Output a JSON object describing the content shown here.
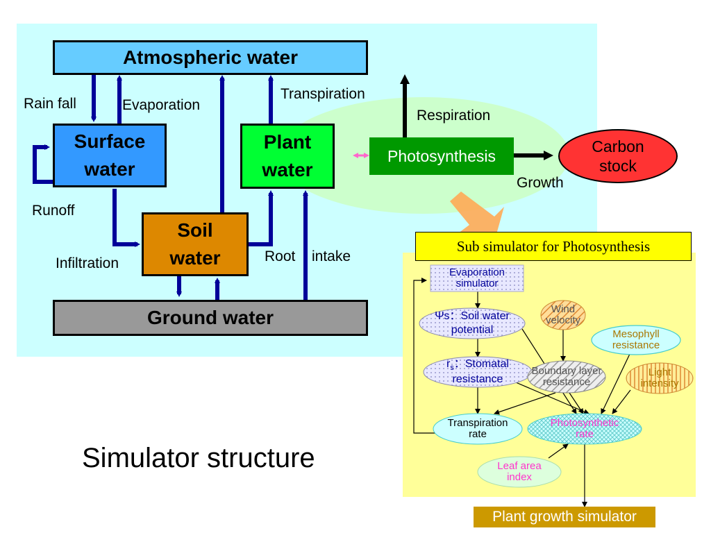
{
  "main": {
    "atmospheric": "Atmospheric water",
    "surface_1": "Surface",
    "surface_2": "water",
    "plant_1": "Plant",
    "plant_2": "water",
    "soil_1": "Soil",
    "soil_2": "water",
    "ground": "Ground water",
    "photosynthesis": "Photosynthesis",
    "carbon_1": "Carbon",
    "carbon_2": "stock"
  },
  "labels": {
    "rain_fall": "Rain fall",
    "evaporation": "Evaporation",
    "transpiration": "Transpiration",
    "respiration": "Respiration",
    "growth": "Growth",
    "runoff": "Runoff",
    "infiltration": "Infiltration",
    "root": "Root",
    "intake": "intake"
  },
  "sub": {
    "title": "Sub simulator for Photosynthesis",
    "evap_1": "Evaporation",
    "evap_2": "simulator",
    "psi_1": "Ψs：Soil water",
    "psi_2": "potential",
    "rs_sym": "r",
    "rs_sub": "s",
    "rs_rest": "：Stomatal",
    "rs_2": "resistance",
    "wind_1": "Wind",
    "wind_2": "velocity",
    "meso_1": "Mesophyll",
    "meso_2": "resistance",
    "boundary_1": "Boundary layer",
    "boundary_2": "resistance",
    "light_1": "Light",
    "light_2": "intensity",
    "trans_1": "Transpiration",
    "trans_2": "rate",
    "photo_1": "Photosynthetic",
    "photo_2": "rate",
    "leaf_1": "Leaf area",
    "leaf_2": "index"
  },
  "footer": {
    "title": "Simulator structure",
    "plant_growth": "Plant growth simulator"
  },
  "colors": {
    "arrow_blue": "#000099",
    "surface": "#3399ff",
    "plant": "#00ff33",
    "soil": "#dd8800",
    "ground": "#999999",
    "atmos": "#66ccff",
    "photo_box": "#009900",
    "carbon": "#ff3333"
  }
}
